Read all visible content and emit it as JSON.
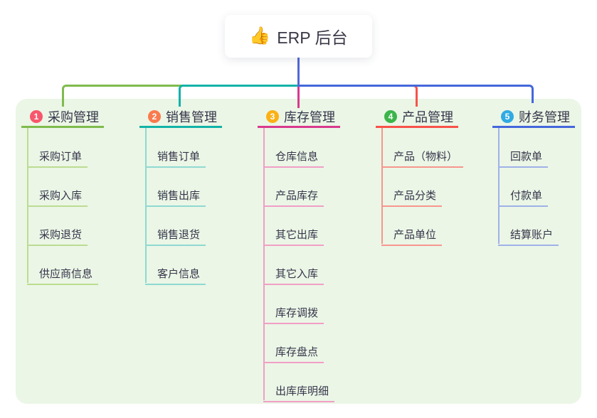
{
  "root": {
    "icon": "👍",
    "title": "ERP 后台"
  },
  "branches": [
    {
      "num": "1",
      "label": "采购管理",
      "color": "#7FBB4D",
      "light_color": "#BCDC92",
      "badge_color": "#F8566C",
      "children": [
        "采购订单",
        "采购入库",
        "采购退货",
        "供应商信息"
      ]
    },
    {
      "num": "2",
      "label": "销售管理",
      "color": "#12B3A8",
      "light_color": "#8FD9D2",
      "badge_color": "#F97B4D",
      "children": [
        "销售订单",
        "销售出库",
        "销售退货",
        "客户信息"
      ]
    },
    {
      "num": "3",
      "label": "库存管理",
      "color": "#D93A8E",
      "light_color": "#F19FC6",
      "badge_color": "#FBB116",
      "children": [
        "仓库信息",
        "产品库存",
        "其它出库",
        "其它入库",
        "库存调拨",
        "库存盘点",
        "出库库明细"
      ]
    },
    {
      "num": "4",
      "label": "产品管理",
      "color": "#F8524B",
      "light_color": "#F7968E",
      "badge_color": "#3CB54A",
      "children": [
        "产品（物料）",
        "产品分类",
        "产品单位"
      ]
    },
    {
      "num": "5",
      "label": "财务管理",
      "color": "#4467DB",
      "light_color": "#9FB1E8",
      "badge_color": "#31AAE2",
      "children": [
        "回款单",
        "付款单",
        "结算账户"
      ]
    }
  ],
  "colors": {
    "trunk": "#5368D8",
    "panel_bg": "#EBF6E6",
    "text": "#35354A"
  }
}
